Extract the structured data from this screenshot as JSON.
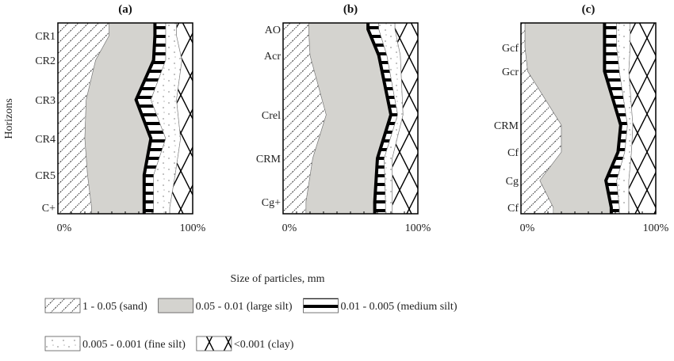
{
  "chart_data": {
    "type": "area",
    "orientation": "stacked-horizontal-profile",
    "ylabel": "Horizons",
    "xlabel": "Size of particles, mm",
    "xlim": [
      0,
      100
    ],
    "x_tick_labels": [
      "0%",
      "100%"
    ],
    "legend": {
      "placement": "bottom",
      "entries": [
        {
          "key": "sand",
          "label": "1 - 0.05 (sand)",
          "pattern": "diagonal-dotted-lines"
        },
        {
          "key": "large_silt",
          "label": "0.05 - 0.01 (large silt)",
          "color": "#d4d3cf"
        },
        {
          "key": "medium_silt",
          "label": "0.01 - 0.005 (medium silt)",
          "pattern": "horizontal-black-stripes"
        },
        {
          "key": "fine_silt",
          "label": "0.005 - 0.001 (fine silt)",
          "pattern": "sparse-dots"
        },
        {
          "key": "clay",
          "label": "<0.001 (clay)",
          "pattern": "crosshatch-x"
        }
      ]
    },
    "series_order": [
      "sand",
      "large_silt",
      "medium_silt",
      "fine_silt",
      "clay"
    ],
    "panels": [
      {
        "title": "(a)",
        "horizons": [
          "CR1",
          "CR2",
          "CR3",
          "CR4",
          "CR5",
          "C+"
        ],
        "values": [
          [
            38,
            34,
            8,
            8,
            12
          ],
          [
            28,
            43,
            9,
            12,
            8
          ],
          [
            21,
            37,
            11,
            19,
            12
          ],
          [
            20,
            49,
            11,
            11,
            9
          ],
          [
            22,
            42,
            7,
            16,
            13
          ],
          [
            25,
            39,
            7,
            12,
            17
          ]
        ]
      },
      {
        "title": "(b)",
        "horizons": [
          "AO",
          "Acr",
          "Crel",
          "CRM",
          "Cg+"
        ],
        "values": [
          [
            19,
            44,
            8,
            12,
            17
          ],
          [
            20,
            51,
            6,
            10,
            13
          ],
          [
            32,
            48,
            5,
            4,
            11
          ],
          [
            22,
            48,
            5,
            6,
            19
          ],
          [
            17,
            51,
            8,
            5,
            19
          ]
        ]
      },
      {
        "title": "(c)",
        "horizons": [
          "Gcf",
          "Gcr",
          "CRM",
          "Cf",
          "Cg",
          "Cf"
        ],
        "values": [
          [
            3,
            59,
            9,
            10,
            19
          ],
          [
            5,
            57,
            11,
            7,
            20
          ],
          [
            30,
            44,
            5,
            4,
            17
          ],
          [
            30,
            42,
            5,
            5,
            18
          ],
          [
            14,
            49,
            8,
            9,
            20
          ],
          [
            24,
            43,
            6,
            7,
            20
          ]
        ]
      }
    ]
  }
}
